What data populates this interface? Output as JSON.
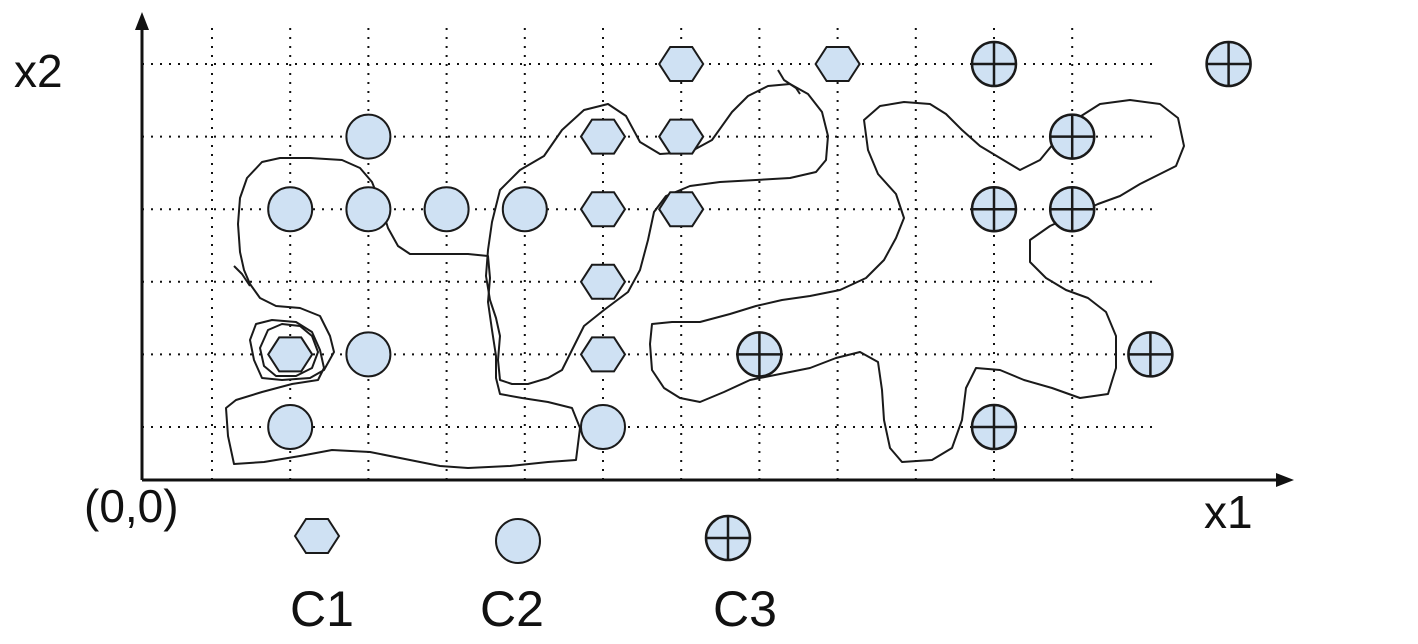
{
  "axes": {
    "x_label": "x1",
    "y_label": "x2",
    "origin_label": "(0,0)"
  },
  "colors": {
    "fill": "#cfe1f3",
    "stroke": "#1a1a1a",
    "grid": "#111111"
  },
  "grid": {
    "columns": 12,
    "rows": 6,
    "style": "dotted"
  },
  "legend": [
    {
      "label": "C1",
      "marker": "hexagon-icon"
    },
    {
      "label": "C2",
      "marker": "circle-icon"
    },
    {
      "label": "C3",
      "marker": "circle-cross-icon"
    }
  ],
  "points": {
    "C1": [
      [
        6,
        5
      ],
      [
        8,
        5
      ],
      [
        5,
        4
      ],
      [
        6,
        4
      ],
      [
        5,
        3
      ],
      [
        6,
        3
      ],
      [
        5,
        2
      ],
      [
        1,
        1
      ],
      [
        5,
        1
      ]
    ],
    "C2": [
      [
        2,
        4
      ],
      [
        1,
        3
      ],
      [
        2,
        3
      ],
      [
        3,
        3
      ],
      [
        4,
        3
      ],
      [
        2,
        1
      ],
      [
        1,
        0
      ],
      [
        5,
        0
      ]
    ],
    "C3": [
      [
        10,
        5
      ],
      [
        13,
        5
      ],
      [
        11,
        4
      ],
      [
        10,
        3
      ],
      [
        11,
        3
      ],
      [
        7,
        1
      ],
      [
        12,
        1
      ],
      [
        10,
        0
      ]
    ]
  },
  "clusters": 3
}
